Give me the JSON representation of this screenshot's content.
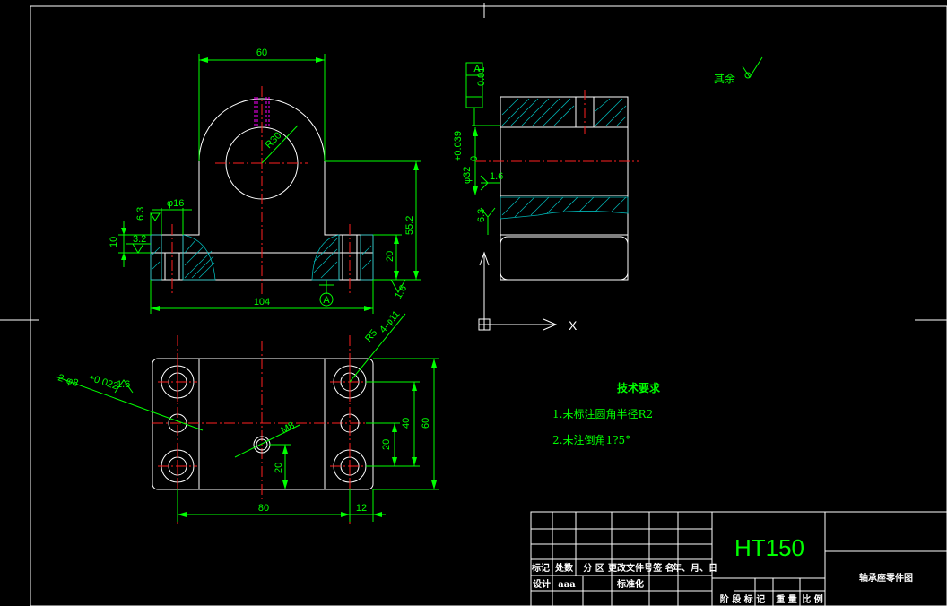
{
  "drawing": {
    "front_view": {
      "width_top": "60",
      "radius": "R30",
      "hole_dia": "φ16",
      "roughness_left": "6.3",
      "roughness_base": "3.2",
      "height_left": "10",
      "height_small": "20",
      "height_overall": "55.2",
      "width_overall": "104",
      "datum": "A",
      "roughness_bottom": "1.6"
    },
    "side_view": {
      "tolerance": "0.01",
      "datum_ref": "A",
      "bore_dia": "φ32",
      "bore_tol": "+0.039",
      "bore_tol_lower": "0",
      "roughness_1": "1.6",
      "roughness_2": "6.3",
      "axis_x": "X"
    },
    "top_view": {
      "holes_big": "4-φ11",
      "counterbore": "R5",
      "pin_holes": "2-φ8",
      "pin_tol": "+0.022",
      "pin_roughness": "1.6",
      "thread": "M8",
      "dim_20_center": "20",
      "dim_80": "80",
      "dim_12": "12",
      "dim_20_right": "20",
      "dim_40": "40",
      "dim_60": "60"
    },
    "remaining_roughness": "其余",
    "tech_requirements": {
      "title": "技术要求",
      "items": [
        "1.未标注圆角半径R2",
        "2.未注倒角1?5°"
      ]
    },
    "title_block": {
      "material": "HT150",
      "drawing_name": "轴承座零件图",
      "headers_row1": [
        "标记",
        "处数",
        "分 区",
        "更改文件号",
        "签 名",
        "年、月、日"
      ],
      "headers_row2": [
        "设计",
        "ааа",
        "标准化"
      ],
      "headers_stage": [
        "阶 段 标 记",
        "重 量",
        "比 例"
      ]
    }
  }
}
